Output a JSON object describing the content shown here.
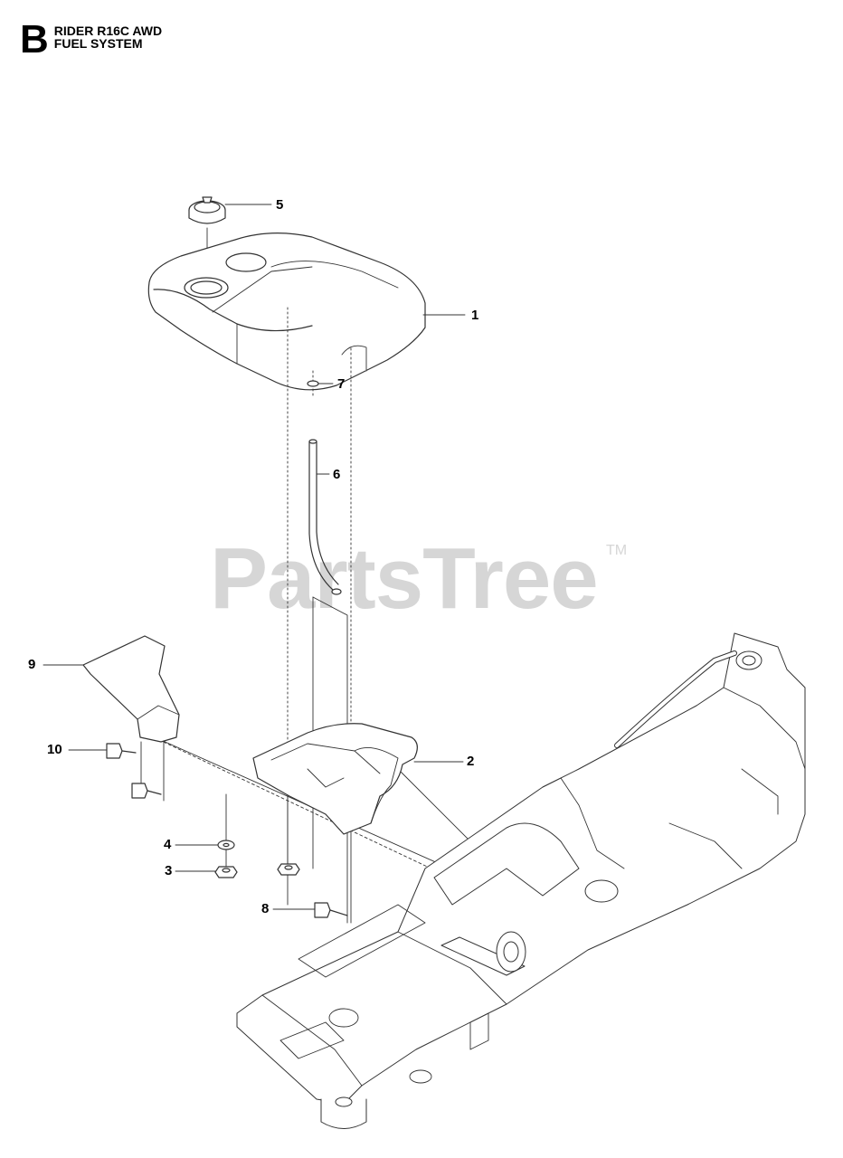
{
  "header": {
    "section_letter": "B",
    "model": "RIDER R16C AWD",
    "system": "FUEL SYSTEM"
  },
  "watermark": {
    "text": "PartsTree",
    "trademark": "TM"
  },
  "callouts": [
    "1",
    "2",
    "3",
    "4",
    "5",
    "6",
    "7",
    "8",
    "9",
    "10"
  ],
  "colors": {
    "line": "#333333",
    "fill": "#ffffff",
    "watermark": "#d6d6d6"
  }
}
